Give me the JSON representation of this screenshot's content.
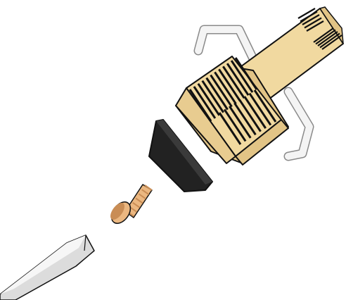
{
  "diagram": {
    "colors": {
      "background": "#ffffff",
      "brass": "#f1d9a0",
      "brass_shadow": "#e2c486",
      "outline": "#111111",
      "wire": "#f4f4f4",
      "wire_outline": "#8a8a8a",
      "gasket": "#222222",
      "screw": "#ebb780",
      "screw_dark": "#c98d55",
      "blade": "#dcdcdc",
      "blade_light": "#f6f6f6"
    },
    "parts": [
      {
        "id": "bent-wire-pin",
        "icon": "pin-icon"
      },
      {
        "id": "ribbed-nut",
        "icon": "nut-icon"
      },
      {
        "id": "plug-body",
        "icon": "body-icon"
      },
      {
        "id": "rubber-gasket",
        "icon": "gasket-icon"
      },
      {
        "id": "small-screw",
        "icon": "screw-icon"
      },
      {
        "id": "blade-tip",
        "icon": "blade-icon"
      }
    ]
  }
}
